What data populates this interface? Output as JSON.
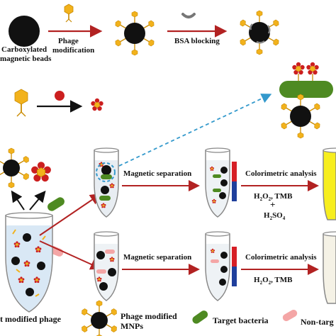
{
  "labels": {
    "carboxylated_line1": "Carboxylated",
    "carboxylated_line2": "magnetic beads",
    "phage_line1": "Phage",
    "phage_line2": "modification",
    "bsa_blocking": "BSA blocking",
    "magnetic_separation_top": "Magnetic separation",
    "magnetic_separation_bottom": "Magnetic separation",
    "colorimetric_top": "Colorimetric analysis",
    "colorimetric_bottom": "Colorimetric analysis",
    "reagents_top_h2o2": "H",
    "reagents_top_sub2": "2",
    "reagents_top_o": "O",
    "reagents_top_sub2b": "2",
    "reagents_top_tmb": ", TMB",
    "reagents_top_plus": "+",
    "reagents_top_h2so4_h": "H",
    "reagents_top_h2so4_2": "2",
    "reagents_top_h2so4_so": "SO",
    "reagents_top_h2so4_4": "4",
    "reagents_bottom_h": "H",
    "reagents_bottom_2": "2",
    "reagents_bottom_o": "O",
    "reagents_bottom_2b": "2",
    "reagents_bottom_tmb": ", TMB"
  },
  "legend": {
    "modified_phage": "t modified phage",
    "phage_mnps_line1": "Phage modified",
    "phage_mnps_line2": "MNPs",
    "target_bacteria": "Target bacteria",
    "non_target": "Non-targ"
  },
  "colors": {
    "bead": "#111111",
    "phage": "#f2b21c",
    "phage_stroke": "#c98a00",
    "enzyme": "#cc1f1f",
    "target_bacteria": "#4e8a22",
    "non_target_bacteria": "#f4a6a6",
    "arrow": "#b22222",
    "dashed_arrow": "#3399cc",
    "magnet_red": "#d61f26",
    "magnet_blue": "#1f3f9c",
    "yellow_solution": "#f7ee1e",
    "blank_solution": "#f5f2e6"
  }
}
